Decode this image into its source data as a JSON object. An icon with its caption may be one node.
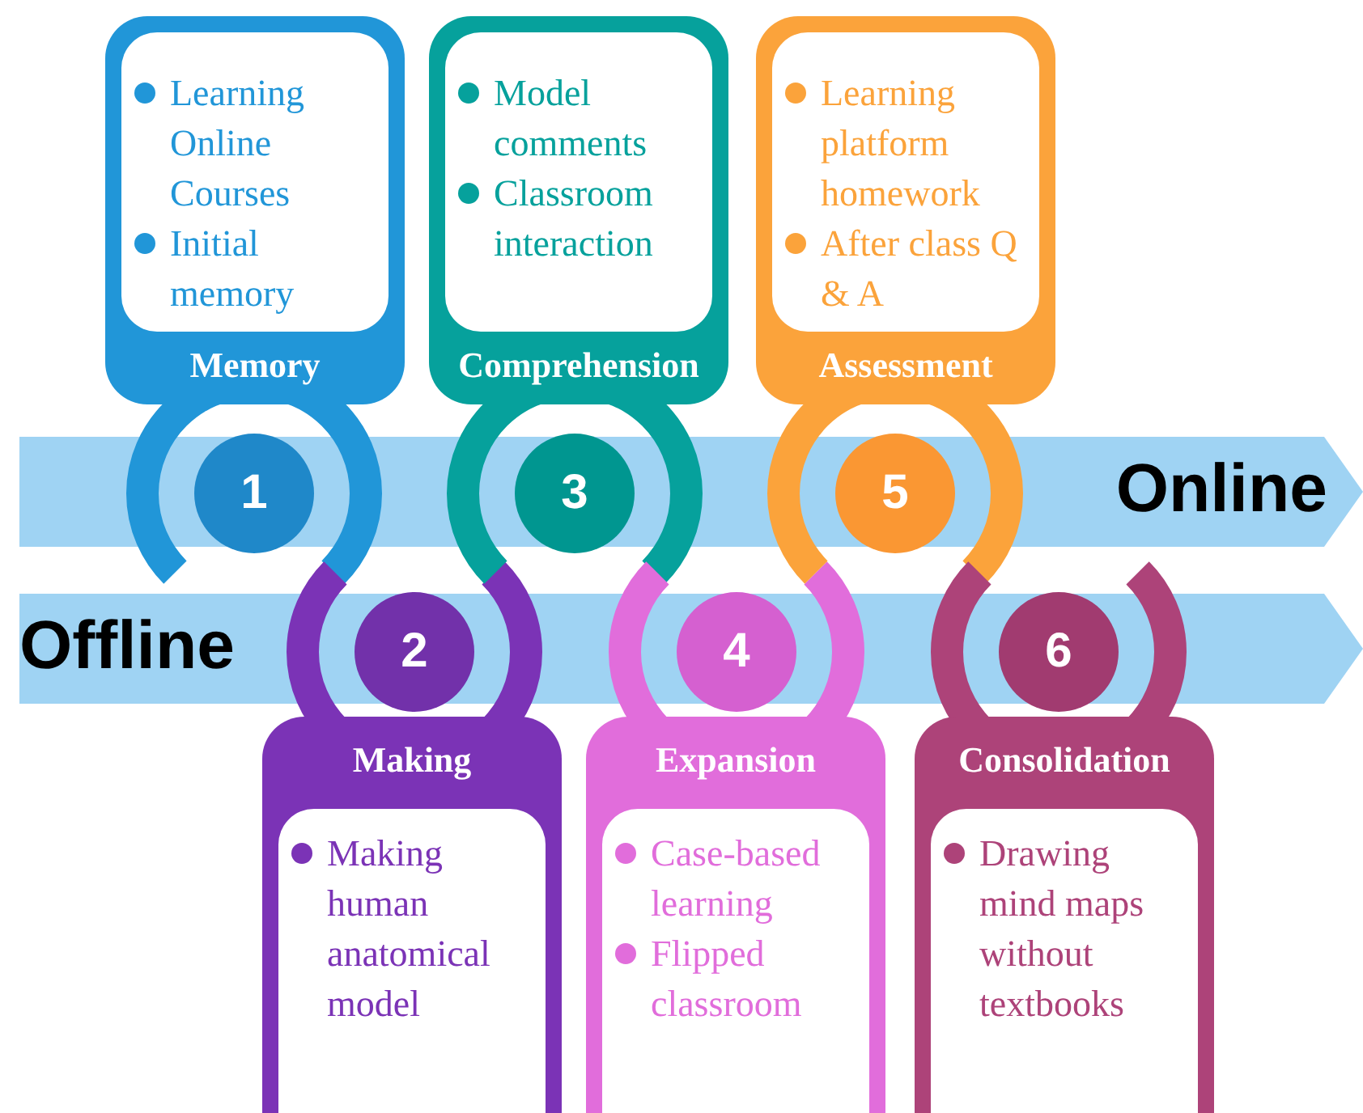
{
  "diagram": {
    "nodes": [
      {
        "text": [
          "Learning Online Courses",
          "Initial memory",
          "Memory"
        ]
      },
      {
        "text": [
          "Model comments",
          "Classroom interaction",
          "Comprehension"
        ]
      },
      {
        "text": [
          "Learning platform homework",
          "After class Q & A",
          "Assessment"
        ]
      },
      {
        "text": [
          "Online"
        ]
      },
      {
        "text": [
          "Offline"
        ]
      },
      {
        "text": [
          "1"
        ]
      },
      {
        "text": [
          "2"
        ]
      },
      {
        "text": [
          "3"
        ]
      },
      {
        "text": [
          "4"
        ]
      },
      {
        "text": [
          "5"
        ]
      },
      {
        "text": [
          "6"
        ]
      },
      {
        "text": [
          "Making",
          "Making human anatomical model"
        ]
      },
      {
        "text": [
          "Expansion",
          "Case-based learning",
          "Flipped classroom"
        ]
      },
      {
        "text": [
          "Consolidation",
          "Drawing mind maps without textbooks"
        ]
      }
    ]
  }
}
